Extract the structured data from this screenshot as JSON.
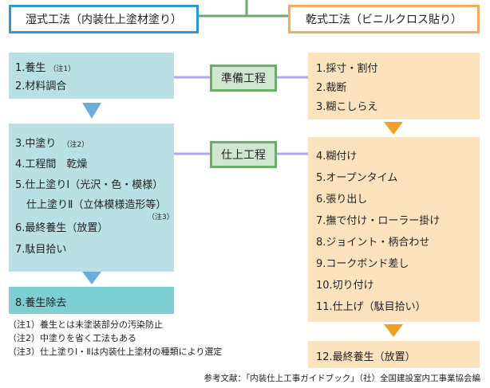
{
  "wet": {
    "title": "湿式工法（内装仕上塗材塗り）",
    "box1": [
      {
        "text": "1.養生",
        "note": "（注1）"
      },
      {
        "text": "2.材料調合",
        "note": ""
      }
    ],
    "box2": [
      {
        "text": "3.中塗り",
        "note": "（注2）"
      },
      {
        "text": "4.工程間　乾燥",
        "note": ""
      },
      {
        "text": "5.仕上塗りⅠ（光沢・色・模様）",
        "note": ""
      },
      {
        "text": "仕上塗りⅡ（立体模様造形等）",
        "note": ""
      },
      {
        "text": "6.最終養生（放置）",
        "note": "（注3）"
      },
      {
        "text": "7.駄目拾い",
        "note": ""
      }
    ],
    "box3": "8.養生除去"
  },
  "dry": {
    "title": "乾式工法（ビニルクロス貼り）",
    "box1": [
      "1.採寸・割付",
      "2.裁断",
      "3.糊こしらえ"
    ],
    "box2": [
      "4.糊付け",
      "5.オープンタイム",
      "6.張り出し",
      "7.撫で付け・ローラー掛け",
      "8.ジョイント・柄合わせ",
      "9.コークボンド差し",
      "10.切り付け",
      "11.仕上げ（駄目拾い）"
    ],
    "box3": "12.最終養生（放置）"
  },
  "stages": {
    "prep": "準備工程",
    "finish": "仕上工程"
  },
  "notes": [
    "（注1）養生とは未塗装部分の汚染防止",
    "（注2）中塗りを省く工法もある",
    "（注3）仕上塗りⅠ・Ⅱは内装仕上塗材の種類により選定"
  ],
  "reference": "参考文献：「内装仕上工事ガイドブック」（社）全国建設室内工事業協会編",
  "colors": {
    "wet_border": "#2b9bd3",
    "wet_fill": "#b9e0e4",
    "wet_dark": "#7ccfd3",
    "dry_border": "#f5ab5c",
    "dry_fill": "#fde3bd",
    "stage_border": "#6aad6a",
    "arrow_blue": "#6aaee0",
    "arrow_orange": "#f0a020",
    "connector": "#b0a8d8"
  }
}
